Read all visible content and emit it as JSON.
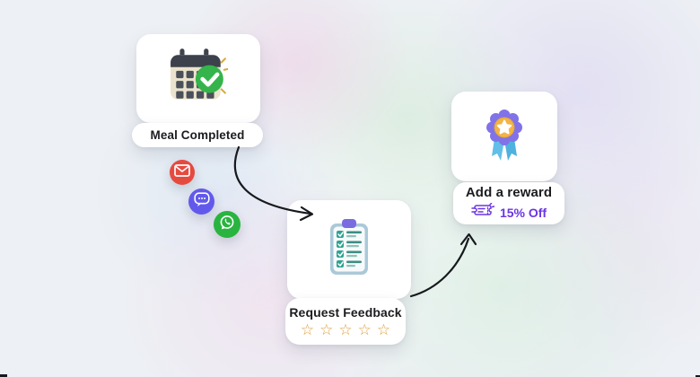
{
  "steps": {
    "meal_completed": {
      "label": "Meal Completed"
    },
    "request_feedback": {
      "label": "Request Feedback",
      "stars": "☆☆☆☆☆",
      "star_count": 5
    },
    "add_reward": {
      "label": "Add a reward",
      "offer": "15% Off"
    }
  },
  "channels": [
    {
      "name": "email",
      "color": "#e64a3f"
    },
    {
      "name": "chat",
      "color": "#6259ec"
    },
    {
      "name": "whatsapp",
      "color": "#29b43f"
    }
  ],
  "colors": {
    "star_outline": "#dd9f3e",
    "accent_purple": "#6b35e3",
    "arrow": "#17191d",
    "background_base": "#edf0f4",
    "card": "#ffffff"
  }
}
